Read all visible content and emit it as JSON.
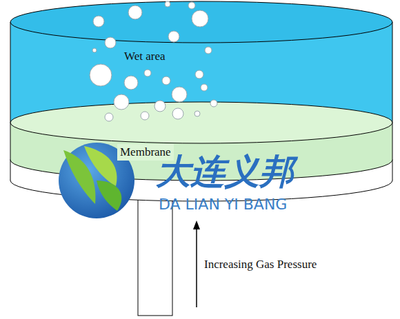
{
  "diagram": {
    "nodes": [
      {
        "text": [
          "Wet area"
        ]
      },
      {
        "text": [
          "Membrane"
        ]
      }
    ],
    "edges": [],
    "labels": [
      "Increasing Gas Pressure",
      "大连义邦",
      "DA LIAN YI BANG"
    ]
  }
}
